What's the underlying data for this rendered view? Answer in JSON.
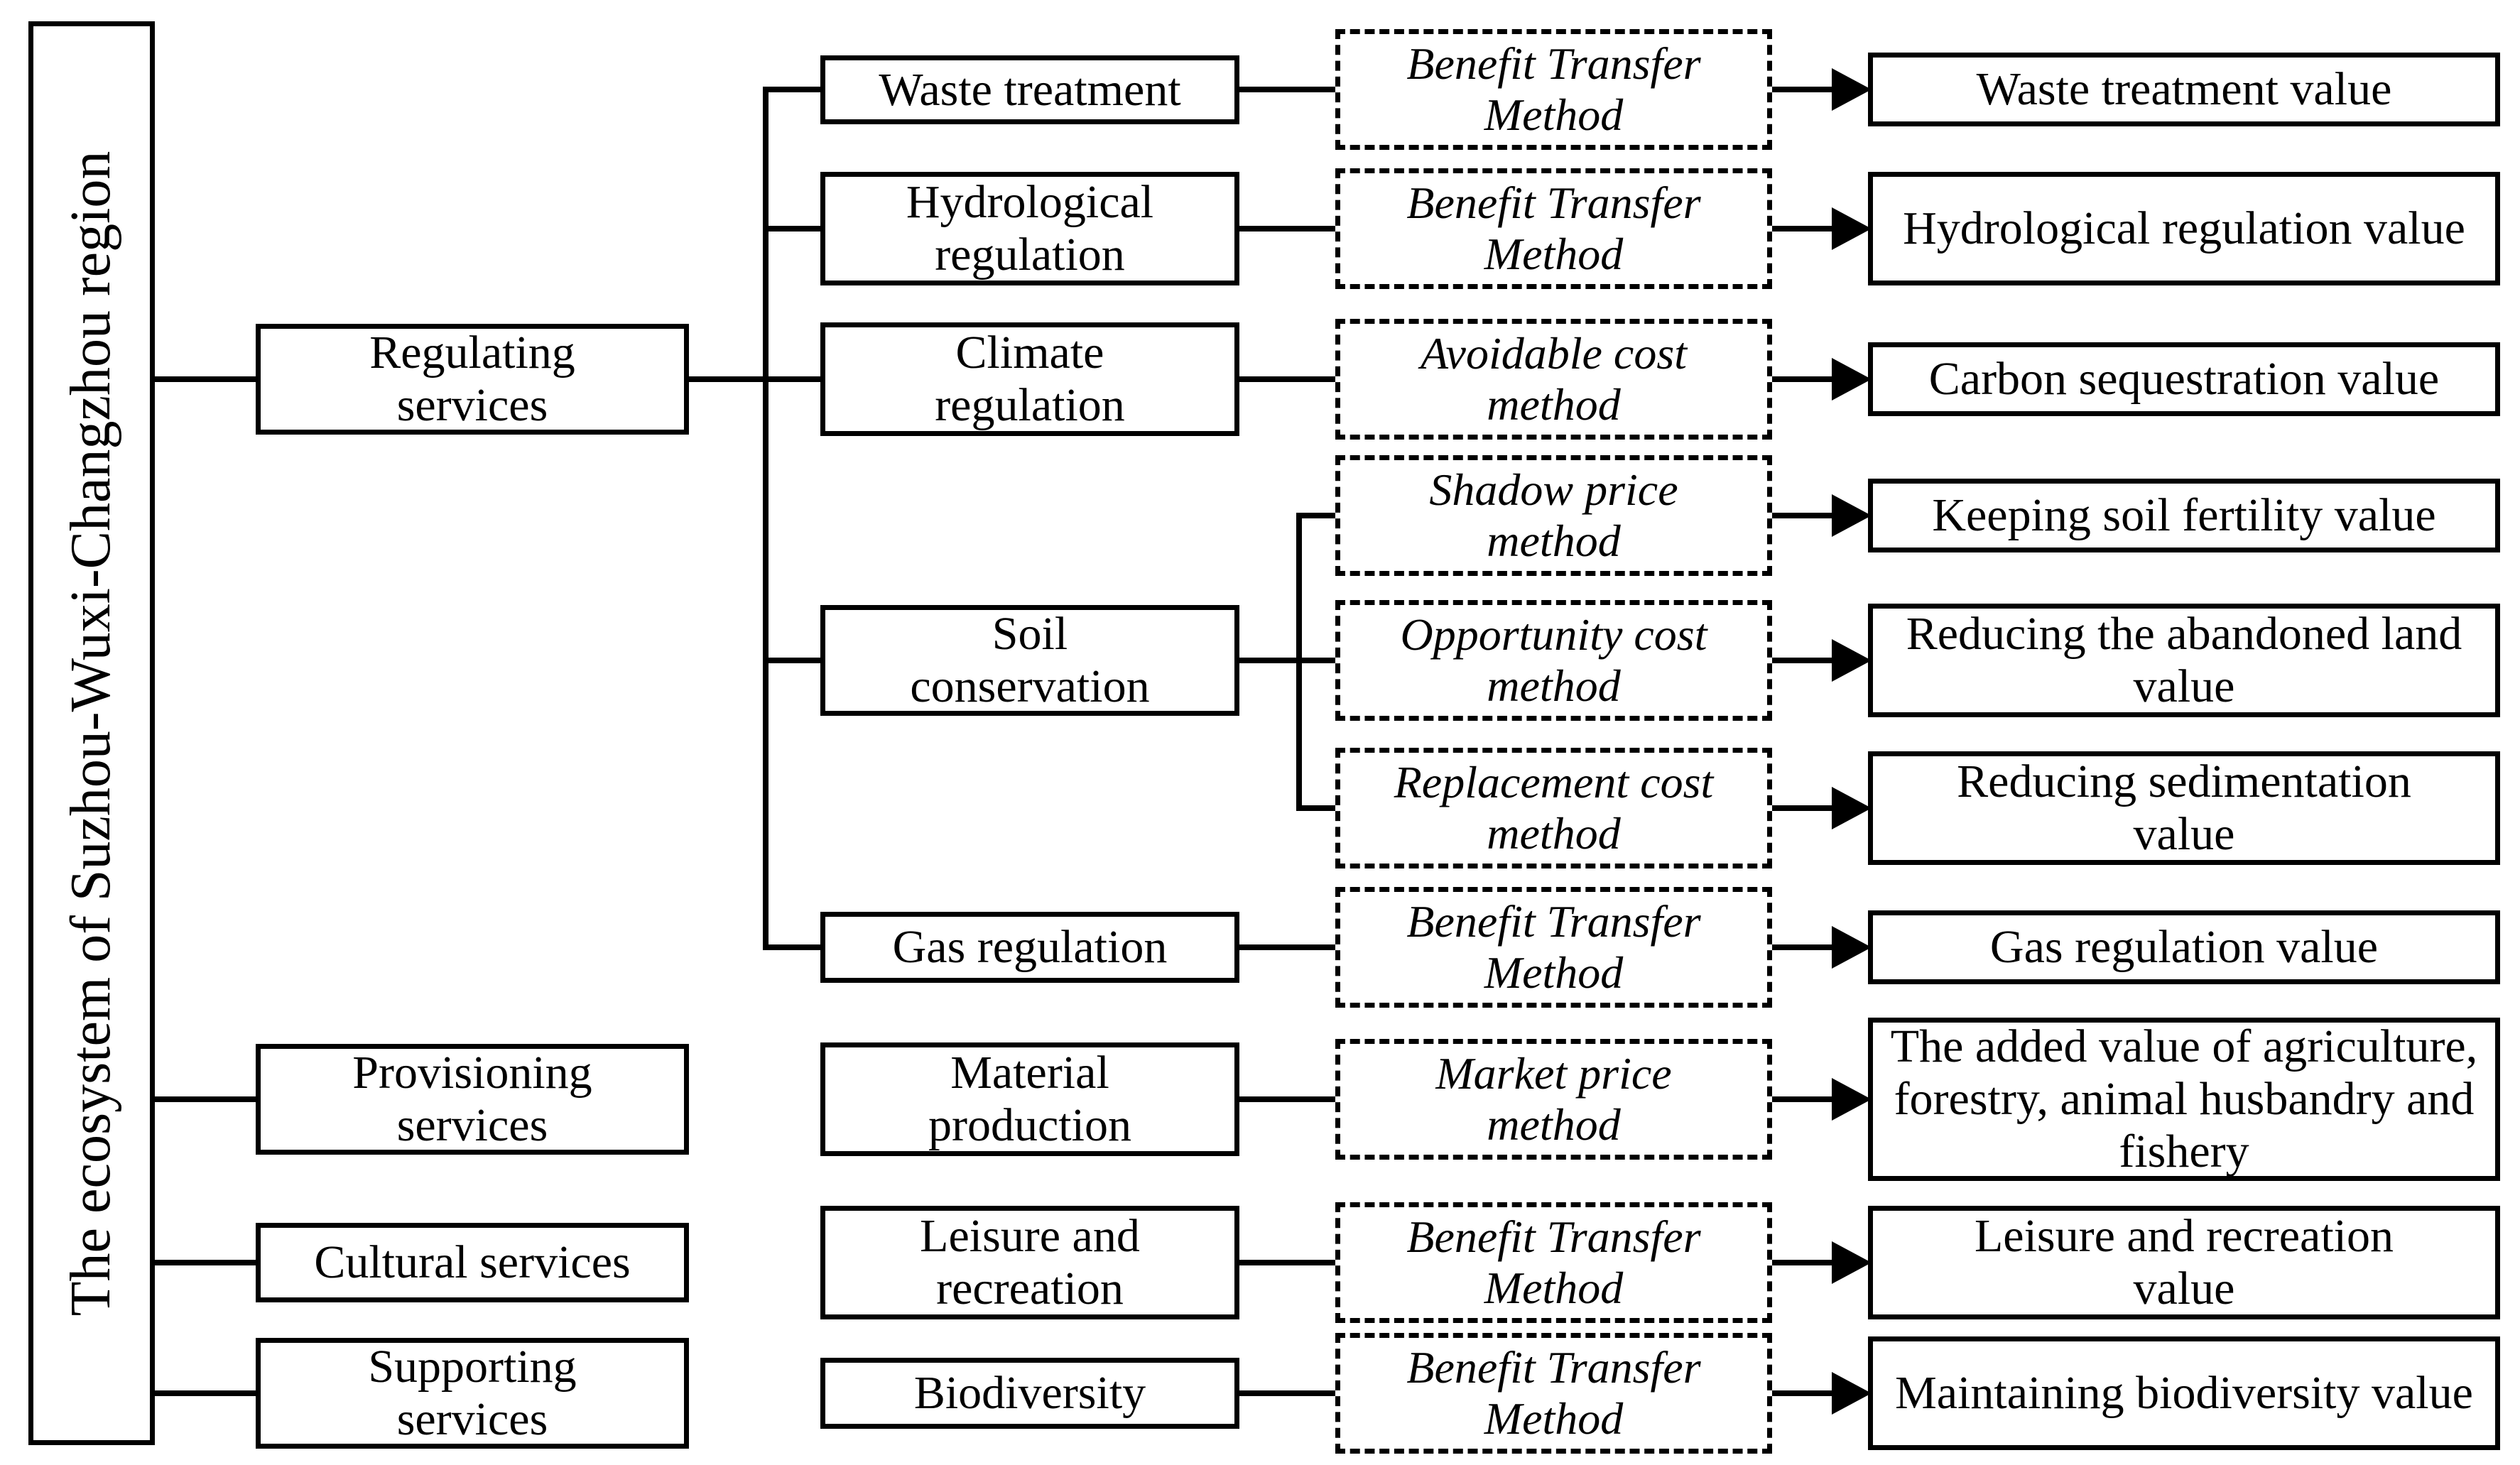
{
  "diagram": {
    "root": {
      "label": "The ecosystem of Suzhou-Wuxi-Changzhou region"
    },
    "service_categories": [
      {
        "label": "Regulating services"
      },
      {
        "label": "Provisioning services"
      },
      {
        "label": "Cultural services"
      },
      {
        "label": "Supporting services"
      }
    ],
    "functions": [
      {
        "label": "Waste treatment"
      },
      {
        "label": "Hydrological regulation"
      },
      {
        "label": "Climate regulation"
      },
      {
        "label": "Soil conservation"
      },
      {
        "label": "Gas regulation"
      },
      {
        "label": "Material production"
      },
      {
        "label": "Leisure and recreation"
      },
      {
        "label": "Biodiversity"
      }
    ],
    "methods": [
      {
        "label": "Benefit Transfer Method"
      },
      {
        "label": "Benefit Transfer Method"
      },
      {
        "label": "Avoidable cost method"
      },
      {
        "label": "Shadow price method"
      },
      {
        "label": "Opportunity cost method"
      },
      {
        "label": "Replacement cost method"
      },
      {
        "label": "Benefit Transfer Method"
      },
      {
        "label": "Market price method"
      },
      {
        "label": "Benefit Transfer Method"
      },
      {
        "label": "Benefit Transfer Method"
      }
    ],
    "values": [
      {
        "label": "Waste treatment value"
      },
      {
        "label": "Hydrological regulation value"
      },
      {
        "label": "Carbon sequestration value"
      },
      {
        "label": "Keeping soil fertility value"
      },
      {
        "label": "Reducing the abandoned land value"
      },
      {
        "label": "Reducing sedimentation value"
      },
      {
        "label": "Gas regulation value"
      },
      {
        "label": "The added value of agriculture, forestry, animal husbandry and fishery"
      },
      {
        "label": "Leisure and recreation value"
      },
      {
        "label": "Maintaining biodiversity value"
      }
    ],
    "colors": {
      "line": "#000000",
      "background": "#ffffff",
      "box_fill": "#ffffff",
      "text": "#000000"
    }
  }
}
